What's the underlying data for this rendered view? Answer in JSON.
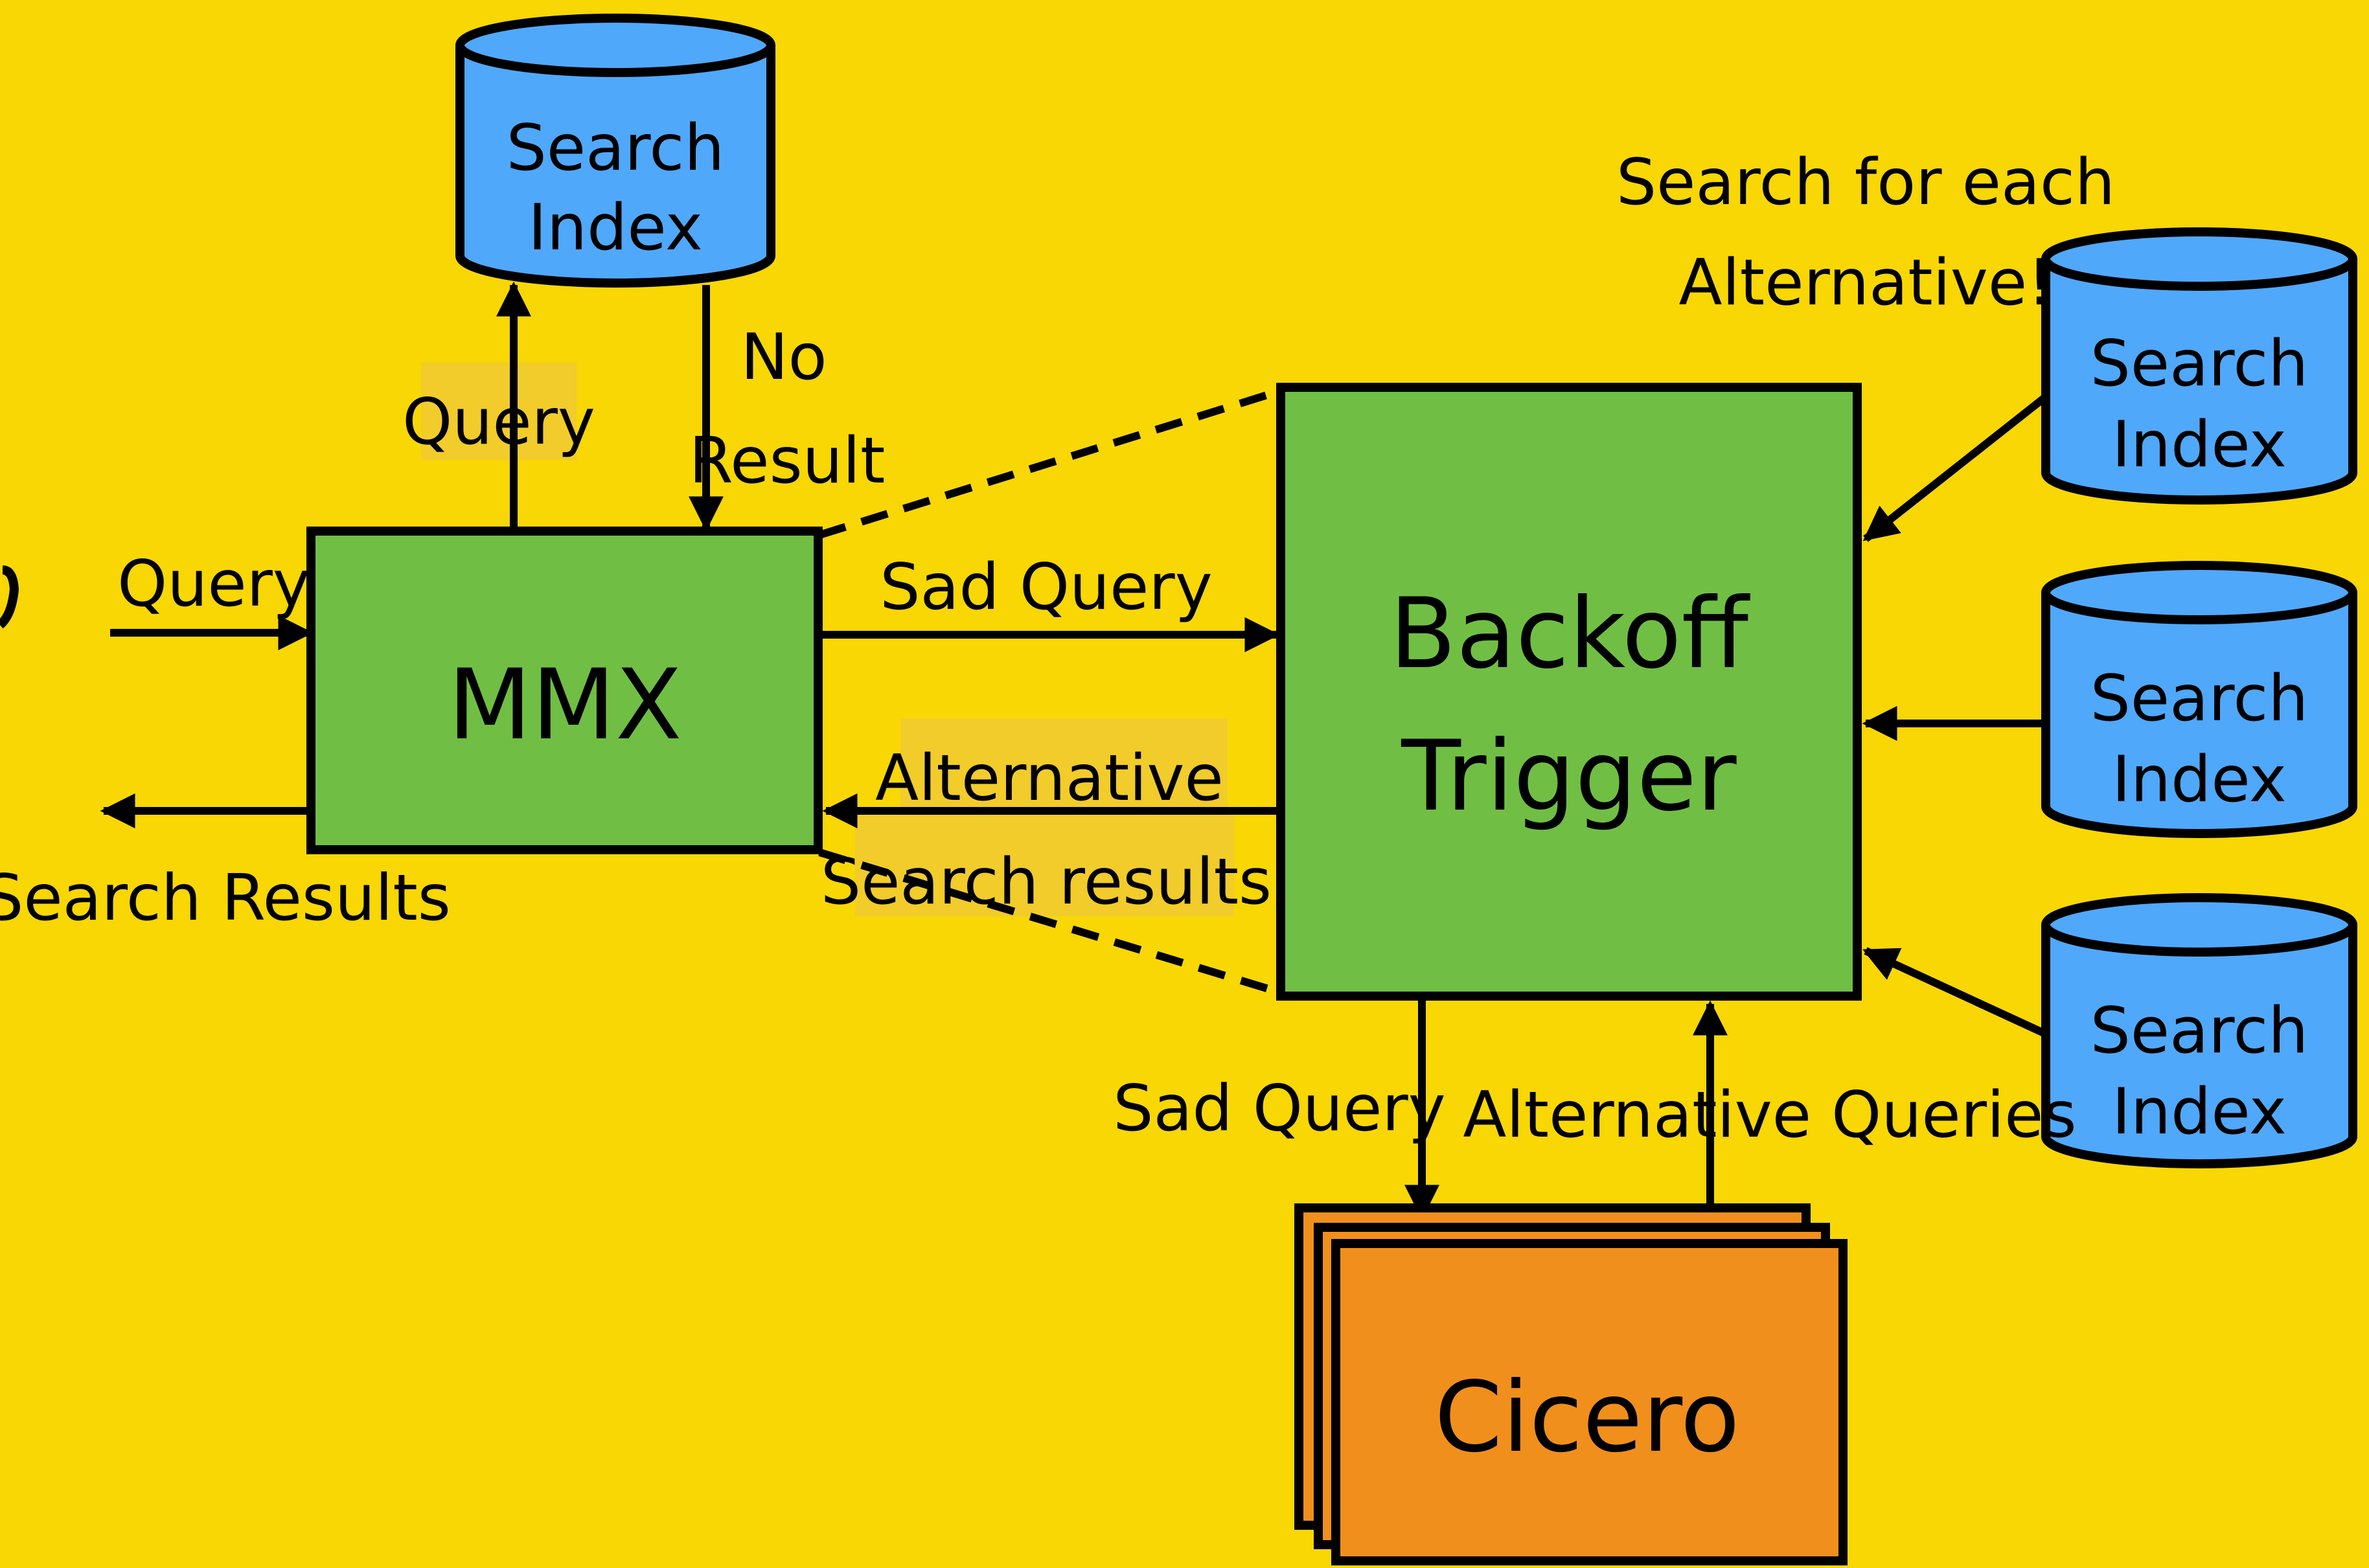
{
  "colors": {
    "background": "#F8D705",
    "box_green": "#70BF44",
    "box_orange": "#F18F1C",
    "database_blue": "#50A8FA",
    "stroke": "#000000",
    "label_highlight": "#F1CC2A"
  },
  "nodes": {
    "mmx": "MMX",
    "backoff_line1": "Backoff",
    "backoff_line2": "Trigger",
    "cicero": "Cicero",
    "index_top": {
      "line1": "Search",
      "line2": "Index"
    },
    "index_right_1": {
      "line1": "Search",
      "line2": "Index"
    },
    "index_right_2": {
      "line1": "Search",
      "line2": "Index"
    },
    "index_right_3": {
      "line1": "Search",
      "line2": "Index"
    }
  },
  "labels": {
    "query_in": "Query",
    "search_results_out": "Search Results",
    "query_to_index": "Query",
    "no_result_line1": "No",
    "no_result_line2": "Result",
    "sad_query_to_backoff": "Sad Query",
    "alternative": "Alternative",
    "alt_search_results": "Search results",
    "search_each_line1": "Search for each",
    "search_each_line2": "Alternative!",
    "sad_query_to_cicero": "Sad Query",
    "alternative_queries": "Alternative Queries"
  }
}
